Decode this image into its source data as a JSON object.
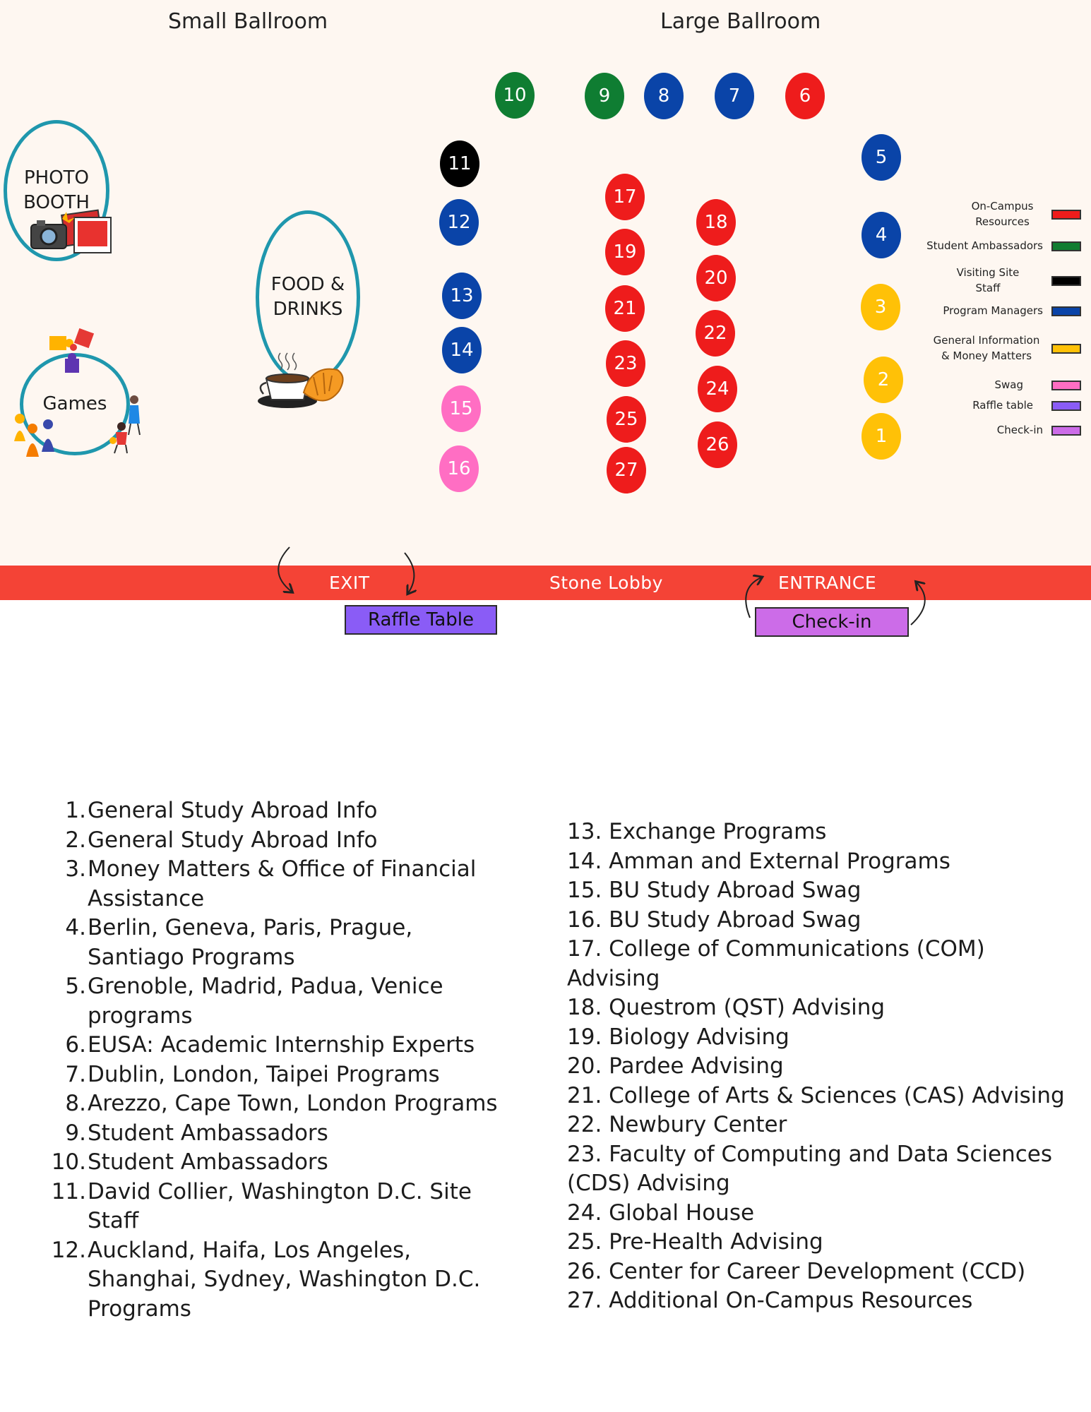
{
  "titles": {
    "small_ballroom": "Small Ballroom",
    "large_ballroom": "Large Ballroom"
  },
  "colors": {
    "on_campus": "#ee1c1c",
    "ambassadors": "#0f7d32",
    "site_staff": "#000000",
    "program_managers": "#0a44a8",
    "general_info": "#ffc107",
    "swag": "#ff6ec3",
    "raffle": "#8a5cf6",
    "checkin": "#cc6ce8",
    "lobby": "#f44336",
    "ring": "#1f97ad"
  },
  "tables": [
    {
      "n": "1",
      "role": "general_info"
    },
    {
      "n": "2",
      "role": "general_info"
    },
    {
      "n": "3",
      "role": "general_info"
    },
    {
      "n": "4",
      "role": "program_managers"
    },
    {
      "n": "5",
      "role": "program_managers"
    },
    {
      "n": "6",
      "role": "on_campus"
    },
    {
      "n": "7",
      "role": "program_managers"
    },
    {
      "n": "8",
      "role": "program_managers"
    },
    {
      "n": "9",
      "role": "ambassadors"
    },
    {
      "n": "10",
      "role": "ambassadors"
    },
    {
      "n": "11",
      "role": "site_staff"
    },
    {
      "n": "12",
      "role": "program_managers"
    },
    {
      "n": "13",
      "role": "program_managers"
    },
    {
      "n": "14",
      "role": "program_managers"
    },
    {
      "n": "15",
      "role": "swag"
    },
    {
      "n": "16",
      "role": "swag"
    },
    {
      "n": "17",
      "role": "on_campus"
    },
    {
      "n": "18",
      "role": "on_campus"
    },
    {
      "n": "19",
      "role": "on_campus"
    },
    {
      "n": "20",
      "role": "on_campus"
    },
    {
      "n": "21",
      "role": "on_campus"
    },
    {
      "n": "22",
      "role": "on_campus"
    },
    {
      "n": "23",
      "role": "on_campus"
    },
    {
      "n": "24",
      "role": "on_campus"
    },
    {
      "n": "25",
      "role": "on_campus"
    },
    {
      "n": "26",
      "role": "on_campus"
    },
    {
      "n": "27",
      "role": "on_campus"
    }
  ],
  "stations": {
    "photo_booth_line1": "PHOTO",
    "photo_booth_line2": "BOOTH",
    "food_line1": "FOOD &",
    "food_line2": "DRINKS",
    "games": "Games"
  },
  "legend": {
    "on_campus": "On-Campus Resources",
    "ambassadors": "Student Ambassadors",
    "site_staff": "Visiting Site Staff",
    "program_managers": "Program Managers",
    "general_info": "General Information & Money Matters",
    "swag": "Swag",
    "raffle": "Raffle table",
    "checkin": "Check-in"
  },
  "lobby": {
    "exit": "EXIT",
    "name": "Stone Lobby",
    "entrance": "ENTRANCE"
  },
  "buttons": {
    "raffle": "Raffle Table",
    "checkin": "Check-in"
  },
  "list_left": [
    {
      "n": "1.",
      "t": "General Study Abroad Info"
    },
    {
      "n": "2.",
      "t": "General Study Abroad Info"
    },
    {
      "n": "3.",
      "t": "Money Matters & Office of Financial Assistance"
    },
    {
      "n": "4.",
      "t": "Berlin, Geneva, Paris, Prague, Santiago Programs"
    },
    {
      "n": "5.",
      "t": "Grenoble, Madrid, Padua, Venice programs"
    },
    {
      "n": "6.",
      "t": "EUSA: Academic Internship Experts"
    },
    {
      "n": "7.",
      "t": "Dublin, London, Taipei Programs"
    },
    {
      "n": "8.",
      "t": "Arezzo, Cape Town, London Programs"
    },
    {
      "n": "9.",
      "t": "Student Ambassadors"
    },
    {
      "n": "10.",
      "t": "Student Ambassadors"
    },
    {
      "n": "11.",
      "t": "David Collier, Washington D.C. Site Staff"
    },
    {
      "n": "12.",
      "t": "Auckland, Haifa, Los Angeles, Shanghai, Sydney, Washington D.C. Programs"
    }
  ],
  "list_right": [
    "13. Exchange Programs",
    "14. Amman and External Programs",
    "15. BU Study Abroad Swag",
    "16. BU Study Abroad Swag",
    "17. College of Communications (COM) Advising",
    "18. Questrom (QST) Advising",
    "19. Biology Advising",
    "20. Pardee Advising",
    "21. College of Arts & Sciences (CAS) Advising",
    "22. Newbury Center",
    "23. Faculty of Computing and Data Sciences (CDS) Advising",
    "24. Global House",
    "25. Pre-Health Advising",
    "26. Center for Career Development (CCD)",
    "27. Additional On-Campus Resources"
  ]
}
